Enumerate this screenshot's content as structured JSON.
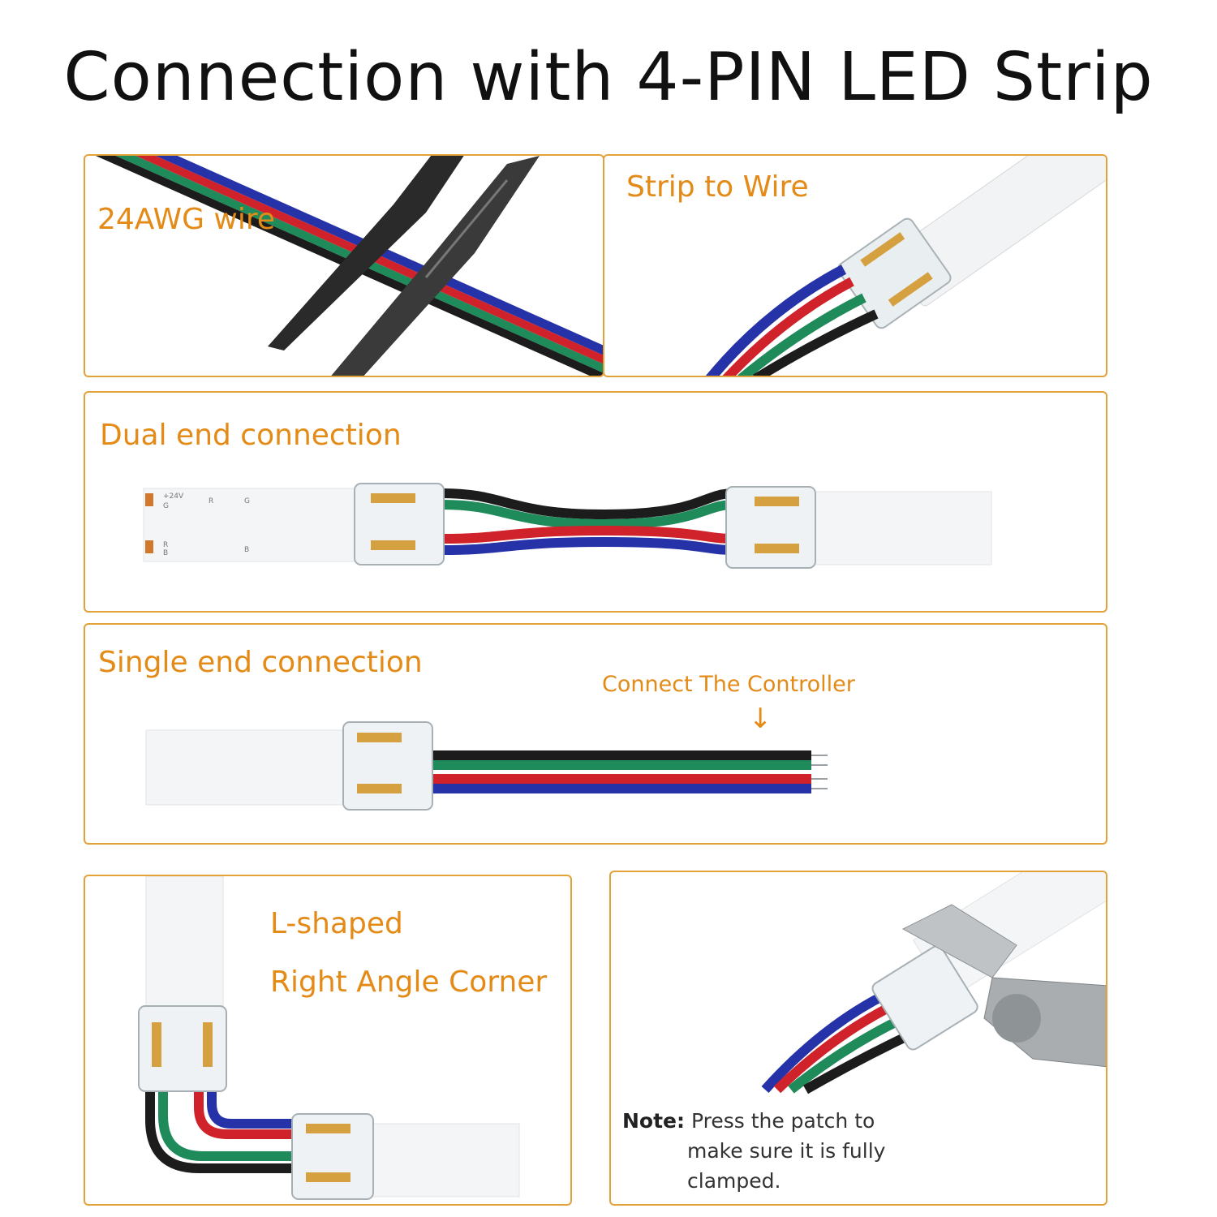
{
  "title": "Connection with 4-PIN LED Strip",
  "panels": {
    "wire": {
      "label": "24AWG wire"
    },
    "strip_to_wire": {
      "label": "Strip to Wire"
    },
    "dual": {
      "label": "Dual end connection",
      "strip_marks": [
        "+24V",
        "G",
        "R",
        "G",
        "R",
        "B",
        "B"
      ]
    },
    "single": {
      "label": "Single end connection",
      "callout": "Connect The Controller",
      "arrow": "↓"
    },
    "lshape": {
      "label_line1": "L-shaped",
      "label_line2": "Right Angle Corner"
    },
    "press": {
      "note_bold": "Note:",
      "note_line1": "Press the patch to",
      "note_line2": "make sure it is fully",
      "note_line3": "clamped."
    }
  },
  "colors": {
    "accent": "#e38a17",
    "border": "#e3a13a",
    "wire_black": "#1c1c1c",
    "wire_green": "#1f8a5a",
    "wire_red": "#d0222a",
    "wire_blue": "#2633a8"
  }
}
